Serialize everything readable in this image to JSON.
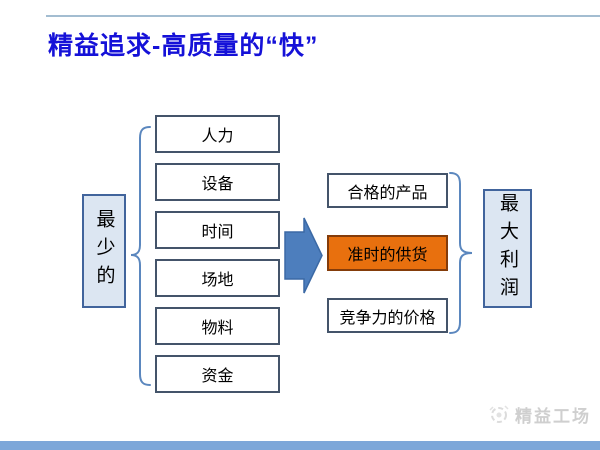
{
  "slide": {
    "title": "精益追求-高质量的“快”"
  },
  "diagram": {
    "left_label": "最少的",
    "inputs": [
      "人力",
      "设备",
      "时间",
      "场地",
      "物料",
      "资金"
    ],
    "outputs": [
      {
        "text": "合格的产品",
        "highlighted": false
      },
      {
        "text": "准时的供货",
        "highlighted": true
      },
      {
        "text": "竞争力的价格",
        "highlighted": false
      }
    ],
    "right_label": "最大利润",
    "icons": {
      "arrow": "right-block-arrow-icon",
      "left_brace": "left-curly-brace-icon",
      "right_brace": "right-curly-brace-icon"
    }
  },
  "footer": {
    "logo_icon": "lean-factory-logo-icon",
    "logo_text": "精益工场"
  },
  "colors": {
    "title": "#1511d8",
    "topline": "#a3bdd1",
    "box-border": "#44546a",
    "light-fill": "#dce6f2",
    "light-border": "#41649c",
    "brace": "#5b87be",
    "arrow": "#4d7ebd",
    "arrow-border": "#3b69a5",
    "highlight-fill": "#e8700e",
    "highlight-border": "#843c0a",
    "footer-bar": "#7da7d9",
    "logo": "#cfcfcf",
    "text": "#000000"
  }
}
